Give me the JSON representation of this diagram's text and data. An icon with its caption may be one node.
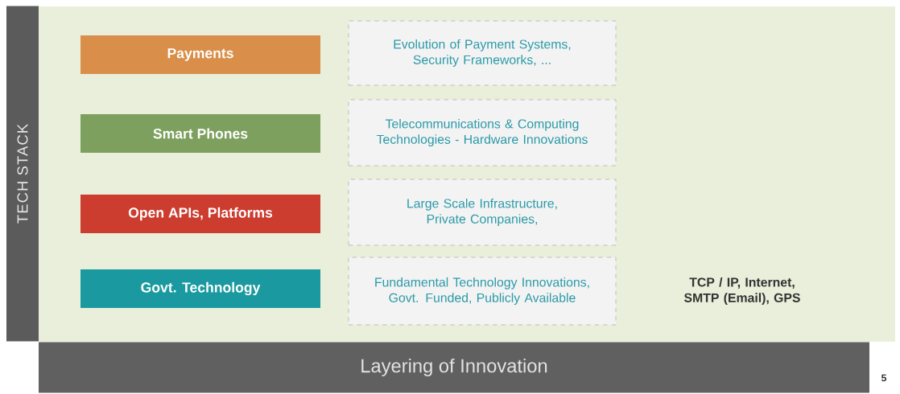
{
  "diagram": {
    "nodes": [
      {
        "text": [
          "TECH STACK"
        ]
      },
      {
        "text": [
          "Payments"
        ]
      },
      {
        "text": [
          "Evolution of Payment Systems, Security Frameworks, ..."
        ]
      },
      {
        "text": [
          "Smart Phones"
        ]
      },
      {
        "text": [
          "Telecommunications & Computing Technologies - Hardware Innovations"
        ]
      },
      {
        "text": [
          "Open APIs, Platforms"
        ]
      },
      {
        "text": [
          "Large Scale Infrastructure, Private Companies,"
        ]
      },
      {
        "text": [
          "Govt. Technology"
        ]
      },
      {
        "text": [
          "Fundamental Technology Innovations, Govt. Funded, Publicly Available"
        ]
      },
      {
        "text": [
          "Layering of Innovation"
        ]
      }
    ],
    "labels": [
      "TCP / IP, Internet, SMTP (Email), GPS",
      "5"
    ]
  }
}
